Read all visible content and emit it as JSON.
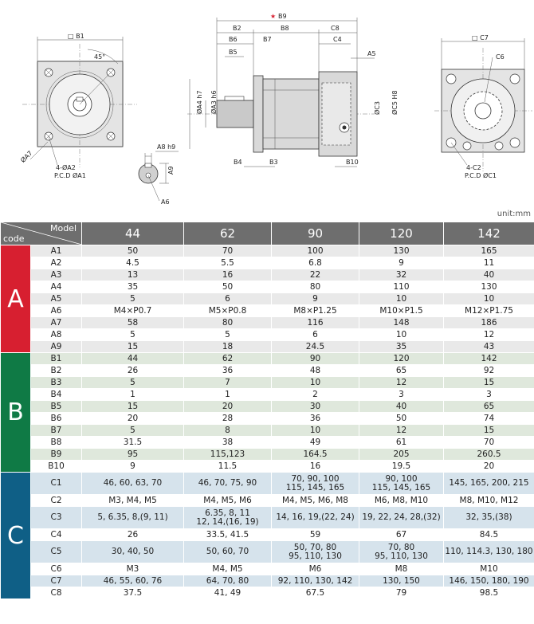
{
  "drawing": {
    "front_view_left": {
      "labels": [
        "□ B1",
        "45°",
        "ØA7",
        "4-ØA2",
        "P.C.D ØA1"
      ]
    },
    "key_view": {
      "labels": [
        "A8 h9",
        "A9",
        "A6"
      ]
    },
    "side_view": {
      "labels": [
        "B9",
        "B2",
        "B8",
        "C8",
        "B6",
        "B7",
        "C4",
        "B5",
        "A5",
        "ØA4 h7",
        "ØA3 h6",
        "ØC3",
        "ØC5 H8",
        "B4",
        "B3",
        "B10"
      ],
      "marker": "★"
    },
    "front_view_right": {
      "labels": [
        "□ C7",
        "C6",
        "4-C2",
        "P.C.D ØC1"
      ]
    }
  },
  "unit": "unit:mm",
  "table": {
    "header_model": "Model",
    "header_code": "code",
    "models": [
      "44",
      "62",
      "90",
      "120",
      "142"
    ],
    "groups": [
      {
        "label": "A",
        "color": "#d71f30",
        "rows": [
          {
            "code": "A1",
            "values": [
              "50",
              "70",
              "100",
              "130",
              "165"
            ]
          },
          {
            "code": "A2",
            "values": [
              "4.5",
              "5.5",
              "6.8",
              "9",
              "11"
            ]
          },
          {
            "code": "A3",
            "values": [
              "13",
              "16",
              "22",
              "32",
              "40"
            ]
          },
          {
            "code": "A4",
            "values": [
              "35",
              "50",
              "80",
              "110",
              "130"
            ]
          },
          {
            "code": "A5",
            "values": [
              "5",
              "6",
              "9",
              "10",
              "10"
            ]
          },
          {
            "code": "A6",
            "values": [
              "M4×P0.7",
              "M5×P0.8",
              "M8×P1.25",
              "M10×P1.5",
              "M12×P1.75"
            ]
          },
          {
            "code": "A7",
            "values": [
              "58",
              "80",
              "116",
              "148",
              "186"
            ]
          },
          {
            "code": "A8",
            "values": [
              "5",
              "5",
              "6",
              "10",
              "12"
            ]
          },
          {
            "code": "A9",
            "values": [
              "15",
              "18",
              "24.5",
              "35",
              "43"
            ]
          }
        ]
      },
      {
        "label": "B",
        "color": "#0f7a45",
        "rows": [
          {
            "code": "B1",
            "values": [
              "44",
              "62",
              "90",
              "120",
              "142"
            ]
          },
          {
            "code": "B2",
            "values": [
              "26",
              "36",
              "48",
              "65",
              "92"
            ]
          },
          {
            "code": "B3",
            "values": [
              "5",
              "7",
              "10",
              "12",
              "15"
            ]
          },
          {
            "code": "B4",
            "values": [
              "1",
              "1",
              "2",
              "3",
              "3"
            ]
          },
          {
            "code": "B5",
            "values": [
              "15",
              "20",
              "30",
              "40",
              "65"
            ]
          },
          {
            "code": "B6",
            "values": [
              "20",
              "28",
              "36",
              "50",
              "74"
            ]
          },
          {
            "code": "B7",
            "values": [
              "5",
              "8",
              "10",
              "12",
              "15"
            ]
          },
          {
            "code": "B8",
            "values": [
              "31.5",
              "38",
              "49",
              "61",
              "70"
            ]
          },
          {
            "code": "B9",
            "values": [
              "95",
              "115,123",
              "164.5",
              "205",
              "260.5"
            ]
          },
          {
            "code": "B10",
            "values": [
              "9",
              "11.5",
              "16",
              "19.5",
              "20"
            ]
          }
        ]
      },
      {
        "label": "C",
        "color": "#0f5f86",
        "rows": [
          {
            "code": "C1",
            "values": [
              "46, 60, 63, 70",
              "46, 70, 75, 90",
              "70, 90, 100\n115, 145, 165",
              "90, 100\n115, 145, 165",
              "145, 165, 200, 215"
            ],
            "tall": true
          },
          {
            "code": "C2",
            "values": [
              "M3, M4, M5",
              "M4, M5, M6",
              "M4, M5, M6, M8",
              "M6, M8, M10",
              "M8, M10, M12"
            ]
          },
          {
            "code": "C3",
            "values": [
              "5, 6.35, 8,(9, 11)",
              "6.35, 8, 11\n12, 14,(16, 19)",
              "14, 16, 19,(22, 24)",
              "19, 22, 24, 28,(32)",
              "32, 35,(38)"
            ],
            "tall": true
          },
          {
            "code": "C4",
            "values": [
              "26",
              "33.5, 41.5",
              "59",
              "67",
              "84.5"
            ]
          },
          {
            "code": "C5",
            "values": [
              "30, 40, 50",
              "50, 60, 70",
              "50, 70, 80\n95, 110, 130",
              "70, 80\n95, 110, 130",
              "110, 114.3, 130, 180"
            ],
            "tall": true
          },
          {
            "code": "C6",
            "values": [
              "M3",
              "M4, M5",
              "M6",
              "M8",
              "M10"
            ]
          },
          {
            "code": "C7",
            "values": [
              "46, 55, 60, 76",
              "64, 70, 80",
              "92, 110, 130, 142",
              "130, 150",
              "146, 150, 180, 190"
            ]
          },
          {
            "code": "C8",
            "values": [
              "37.5",
              "41, 49",
              "67.5",
              "79",
              "98.5"
            ]
          }
        ]
      }
    ]
  },
  "colors": {
    "header_bg": "#6e6e6e",
    "row_light": "#ffffff",
    "row_A": "#e9e9e9",
    "row_B": "#dfe8dc",
    "row_C": "#d6e3ec"
  }
}
